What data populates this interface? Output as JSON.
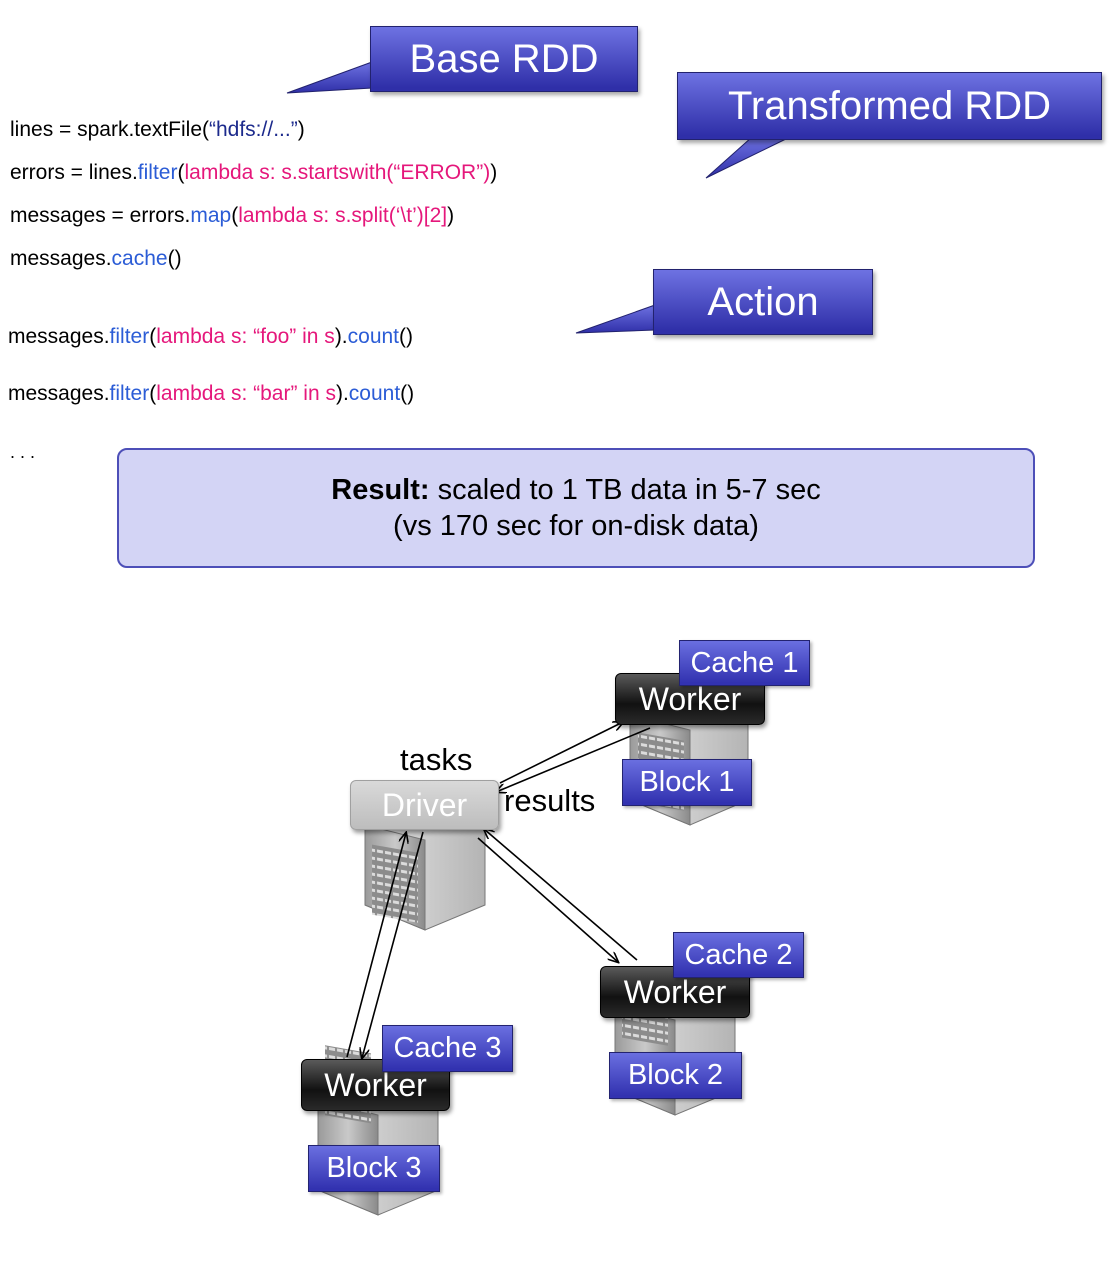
{
  "callouts": {
    "base_rdd": "Base RDD",
    "transformed_rdd": "Transformed RDD",
    "action": "Action"
  },
  "code": {
    "line1": {
      "a": "lines = spark.textFile(",
      "b": "“hdfs://...”",
      "c": ")"
    },
    "line2": {
      "a": "errors = lines.",
      "b": "filter",
      "c": "(",
      "d": "lambda s: s.startswith(“ERROR”)",
      "e": ")"
    },
    "line3": {
      "a": "messages = errors.",
      "b": "map",
      "c": "(",
      "d": "lambda s: s.split(‘\\t’)[2]",
      "e": ")"
    },
    "line4": {
      "a": "messages.",
      "b": "cache",
      "c": "()"
    },
    "line5": {
      "a": "messages.",
      "b": "filter",
      "c": "(",
      "d": "lambda s: “foo” in s",
      "e": ").",
      "f": "count",
      "g": "()"
    },
    "line6": {
      "a": "messages.",
      "b": "filter",
      "c": "(",
      "d": "lambda s: “bar” in s",
      "e": ").",
      "f": "count",
      "g": "()"
    },
    "ellipsis": ". . ."
  },
  "result": {
    "bold": "Result:",
    "line1_rest": " scaled to 1 TB data in 5-7 sec",
    "line2": "(vs 170 sec for on-disk data)"
  },
  "diagram": {
    "driver": "Driver",
    "tasks": "tasks",
    "results": "results",
    "workers": [
      {
        "label": "Worker",
        "cache": "Cache 1",
        "block": "Block 1"
      },
      {
        "label": "Worker",
        "cache": "Cache 2",
        "block": "Block 2"
      },
      {
        "label": "Worker",
        "cache": "Cache 3",
        "block": "Block 3"
      }
    ]
  },
  "colors": {
    "callout": "#3d3fba",
    "result_box": "#d3d4f5",
    "method_blue": "#2b5cd6",
    "lambda_pink": "#e5177b"
  }
}
